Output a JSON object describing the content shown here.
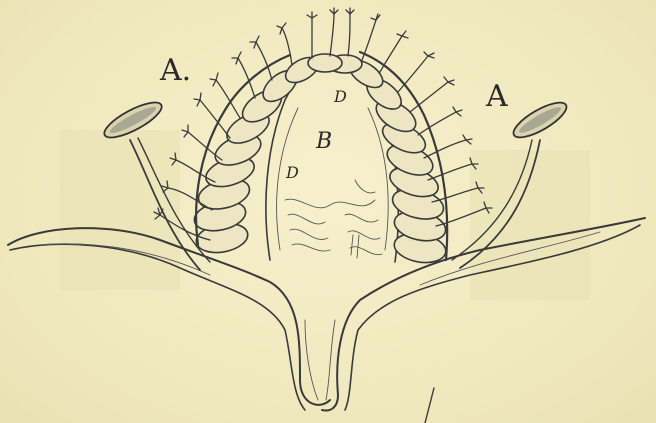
{
  "labels": {
    "a_left": "A.",
    "a_right": "A",
    "b_center": "B",
    "d_top": "D",
    "d_left": "D"
  }
}
